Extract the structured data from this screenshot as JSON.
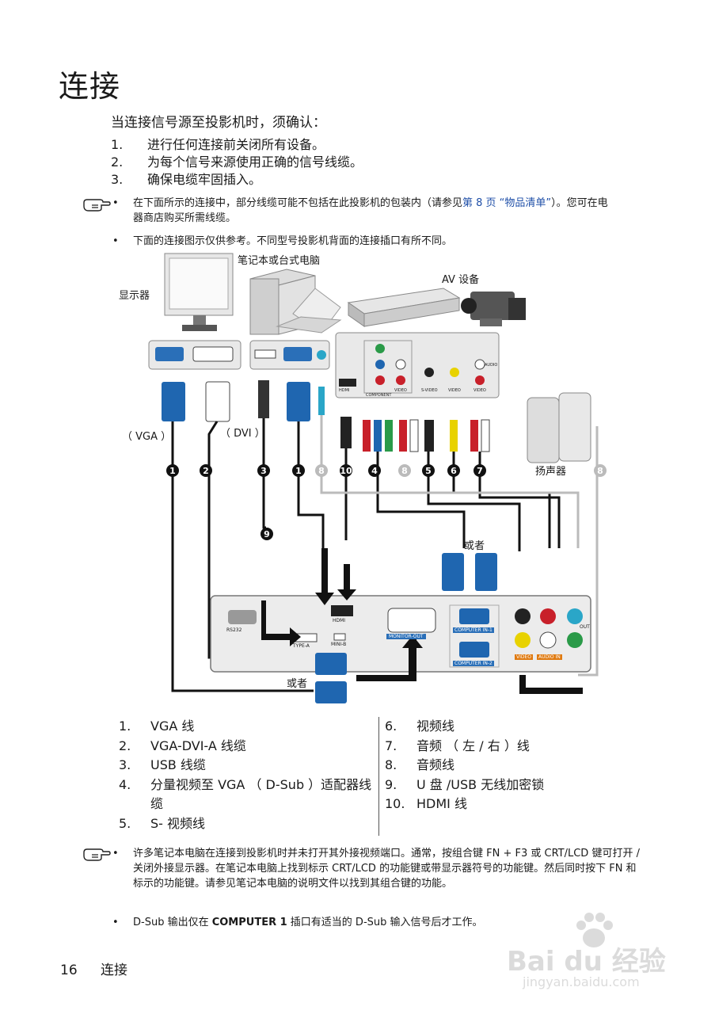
{
  "title": "连接",
  "intro": "当连接信号源至投影机时，须确认：",
  "steps": [
    {
      "num": "1.",
      "text": "进行任何连接前关闭所有设备。"
    },
    {
      "num": "2.",
      "text": "为每个信号来源使用正确的信号线缆。"
    },
    {
      "num": "3.",
      "text": "确保电缆牢固插入。"
    }
  ],
  "note1": {
    "bullet1_a": "在下面所示的连接中，部分线缆可能不包括在此投影机的包装内（请参见",
    "bullet1_link": "第 8 页 “物品清单”",
    "bullet1_b": "）。您可在电器商店购买所需线缆。",
    "bullet2": "下面的连接图示仅供参考。不同型号投影机背面的连接插口有所不同。"
  },
  "diagram": {
    "monitor": "显示器",
    "computer": "笔记本或台式电脑",
    "av": "AV 设备",
    "speakers": "扬声器",
    "vga": "（ VGA ）",
    "dvi": "（ DVI ）",
    "or1": "或者",
    "or2": "或者",
    "ports": {
      "rs232": "RS232",
      "hdmi": "HDMI",
      "type_a": "TYPE-A",
      "mini_b": "MINI-B",
      "monitor_out": "MONITOR-OUT",
      "computer_in1": "COMPUTER IN-1",
      "computer_in2": "COMPUTER IN-2",
      "video": "VIDEO",
      "audio_in": "AUDIO IN",
      "out": "OUT",
      "av_hdmi": "HDMI",
      "component": "COMPONENT",
      "av_video": "VIDEO",
      "svideo": "S-VIDEO",
      "av_video2": "VIDEO",
      "av_video3": "VIDEO",
      "audio": "AUDIO"
    },
    "cable_numbers": [
      "1",
      "2",
      "3",
      "1",
      "8",
      "10",
      "4",
      "8",
      "5",
      "6",
      "7",
      "8",
      "9"
    ]
  },
  "legend_left": [
    {
      "num": "1.",
      "text": "VGA 线"
    },
    {
      "num": "2.",
      "text": "VGA-DVI-A 线缆"
    },
    {
      "num": "3.",
      "text": "USB 线缆"
    },
    {
      "num": "4.",
      "text": "分量视频至 VGA （ D-Sub ）适配器线缆"
    },
    {
      "num": "5.",
      "text": "S- 视频线"
    }
  ],
  "legend_right": [
    {
      "num": "6.",
      "text": "视频线"
    },
    {
      "num": "7.",
      "text": "音频 （ 左 / 右 ）线"
    },
    {
      "num": "8.",
      "text": "音频线"
    },
    {
      "num": "9.",
      "text": "U 盘 /USB 无线加密锁"
    },
    {
      "num": "10.",
      "text": "HDMI 线"
    }
  ],
  "note2": {
    "bullet1": "许多笔记本电脑在连接到投影机时并未打开其外接视频端口。通常，按组合键 FN + F3 或 CRT/LCD 键可打开 / 关闭外接显示器。在笔记本电脑上找到标示 CRT/LCD 的功能键或带显示器符号的功能键。然后同时按下 FN 和标示的功能键。请参见笔记本电脑的说明文件以找到其组合键的功能。",
    "bullet2_a": "D-Sub 输出仅在 ",
    "bullet2_bold": "COMPUTER 1",
    "bullet2_b": " 插口有适当的 D-Sub 输入信号后才工作。"
  },
  "footer": {
    "page": "16",
    "section": "连接"
  },
  "watermark": {
    "brand": "Bai du 经验",
    "url": "jingyan.baidu.com"
  },
  "colors": {
    "link": "#1f4fa8",
    "vga_blue": "#1f66b0",
    "cable_red": "#c8202a",
    "cable_green": "#2a9a48",
    "cable_yellow": "#e8d200"
  }
}
